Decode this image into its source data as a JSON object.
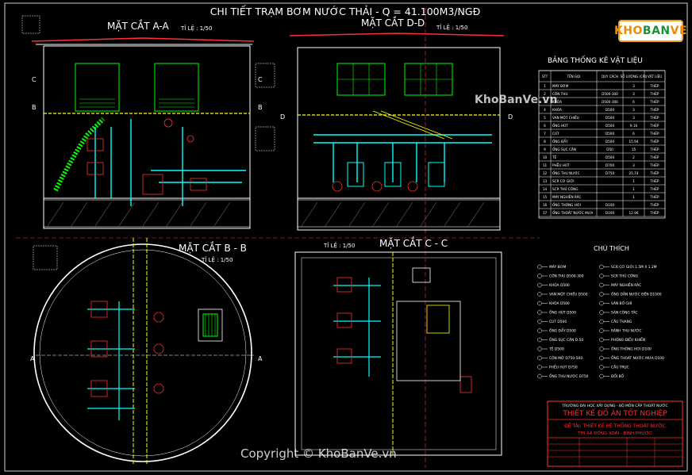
{
  "title": "CHI TIẾT TRẠM BƠM NƯỚC THẢI - Q = 41.100M3/NGĐ",
  "sections": {
    "aa": {
      "name": "MẶT CẮT A-A",
      "scale": "TỈ LỆ : 1/50"
    },
    "dd": {
      "name": "MẶT CẮT D-D",
      "scale": "TỈ LỆ : 1/50"
    },
    "bb": {
      "name": "MẶT CẮT B - B",
      "scale": "TỈ LỆ : 1/50"
    },
    "cc": {
      "name": "MẶT CẮT C - C",
      "scale": "TỈ LỆ : 1/50"
    }
  },
  "section_markers": [
    "C",
    "B",
    "A",
    "D"
  ],
  "materials_table": {
    "title": "BẢNG THỐNG KÊ VẬT LIỆU",
    "headers": [
      "STT",
      "TÊN GỌI",
      "QUY CÁCH",
      "SỐ LƯỢNG (CÁI)",
      "VẬT LIỆU"
    ],
    "rows": [
      [
        "1",
        "MÁY BƠM",
        "",
        "3",
        "THÉP"
      ],
      [
        "2",
        "CÔN THU",
        "D500-300",
        "3",
        "THÉP"
      ],
      [
        "3",
        "KHÓA",
        "D500-300",
        "6",
        "THÉP"
      ],
      [
        "4",
        "KHÓA",
        "D500",
        "3",
        "THÉP"
      ],
      [
        "5",
        "VAN MỘT CHIỀU",
        "D500",
        "3",
        "THÉP"
      ],
      [
        "6",
        "ỐNG HÚT",
        "D500",
        "9.16",
        "THÉP"
      ],
      [
        "7",
        "CÚT",
        "D500",
        "6",
        "THÉP"
      ],
      [
        "8",
        "ỐNG ĐẨY",
        "D500",
        "15.94",
        "THÉP"
      ],
      [
        "9",
        "ỐNG SỤC CẶN",
        "D50",
        "15",
        "THÉP"
      ],
      [
        "10",
        "TÊ",
        "D500",
        "2",
        "THÉP"
      ],
      [
        "11",
        "PHỄU HÚT",
        "D700",
        "3",
        "THÉP"
      ],
      [
        "12",
        "ỐNG THU NƯỚC",
        "D750",
        "25.74",
        "THÉP"
      ],
      [
        "13",
        "SCR CƠ GIỚI",
        "",
        "1",
        "THÉP"
      ],
      [
        "14",
        "SCR THỦ CÔNG",
        "",
        "1",
        "THÉP"
      ],
      [
        "15",
        "MÁY NGHIỀN RÁC",
        "",
        "1",
        "THÉP"
      ],
      [
        "16",
        "ỐNG THÔNG HƠI",
        "D100",
        "",
        "THÉP"
      ],
      [
        "17",
        "ỐNG THOÁT NƯỚC MƯA",
        "D100",
        "12.96",
        "THÉP"
      ]
    ]
  },
  "legend": {
    "title": "CHÚ THÍCH",
    "col1": [
      "MÁY BƠM",
      "CÔN THU D500-300",
      "KHÓA D500",
      "VAN MỘT CHIỀU D500",
      "KHÓA D500",
      "ỐNG HÚT D500",
      "CÚT D500",
      "ỐNG ĐẨY D500",
      "ỐNG SỤC CẶN D 50",
      "TÊ D500",
      "CÔN MỞ D750-500",
      "PHỄU HÚT D750",
      "ỐNG THU NƯỚC D750"
    ],
    "col2": [
      "SCR CƠ GIỚI 1.5M X 1.2M",
      "SCR THỦ CÔNG",
      "MÁY NGHIỀN RÁC",
      "ỐNG DẪN NƯỚC ĐẾN D1000",
      "SÀN BỐ GHÍ",
      "SÀN CÔNG TÁC",
      "CẦU THANG",
      "RÃNH THU NƯỚC",
      "PHÒNG ĐIỀU KHIỂN",
      "ỐNG THÔNG HƠI D100",
      "ỐNG THOÁT NƯỚC MƯA D100",
      "CẦU TRỤC",
      "ĐỐI BỐ"
    ]
  },
  "title_block": {
    "school": "TRƯỜNG ĐẠI HỌC XÂY DỰNG - BỘ MÔN CẤP THOÁT NƯỚC",
    "heading": "THIẾT KẾ ĐỒ ÁN TỐT NGHIỆP",
    "topic": "ĐỀ TÀI: THIẾT KẾ HỆ THỐNG THOÁT NƯỚC",
    "place": "THỊ XÃ ĐỒNG XOÀI - BÌNH PHƯỚC"
  },
  "watermark": "KhoBanVe.vn",
  "copyright": "Copyright © KhoBanVe.vn",
  "logo": {
    "part1": "KHO",
    "part2": "BAN",
    "part3": "VE"
  },
  "colors": {
    "background": "#000000",
    "title": "#ffffff",
    "accent_yellow": "#ffff00",
    "line_red": "#ff3030",
    "line_green": "#00ff00",
    "line_cyan": "#00ffff",
    "logo_orange": "#f08a00",
    "logo_green": "#1d8f3b"
  }
}
